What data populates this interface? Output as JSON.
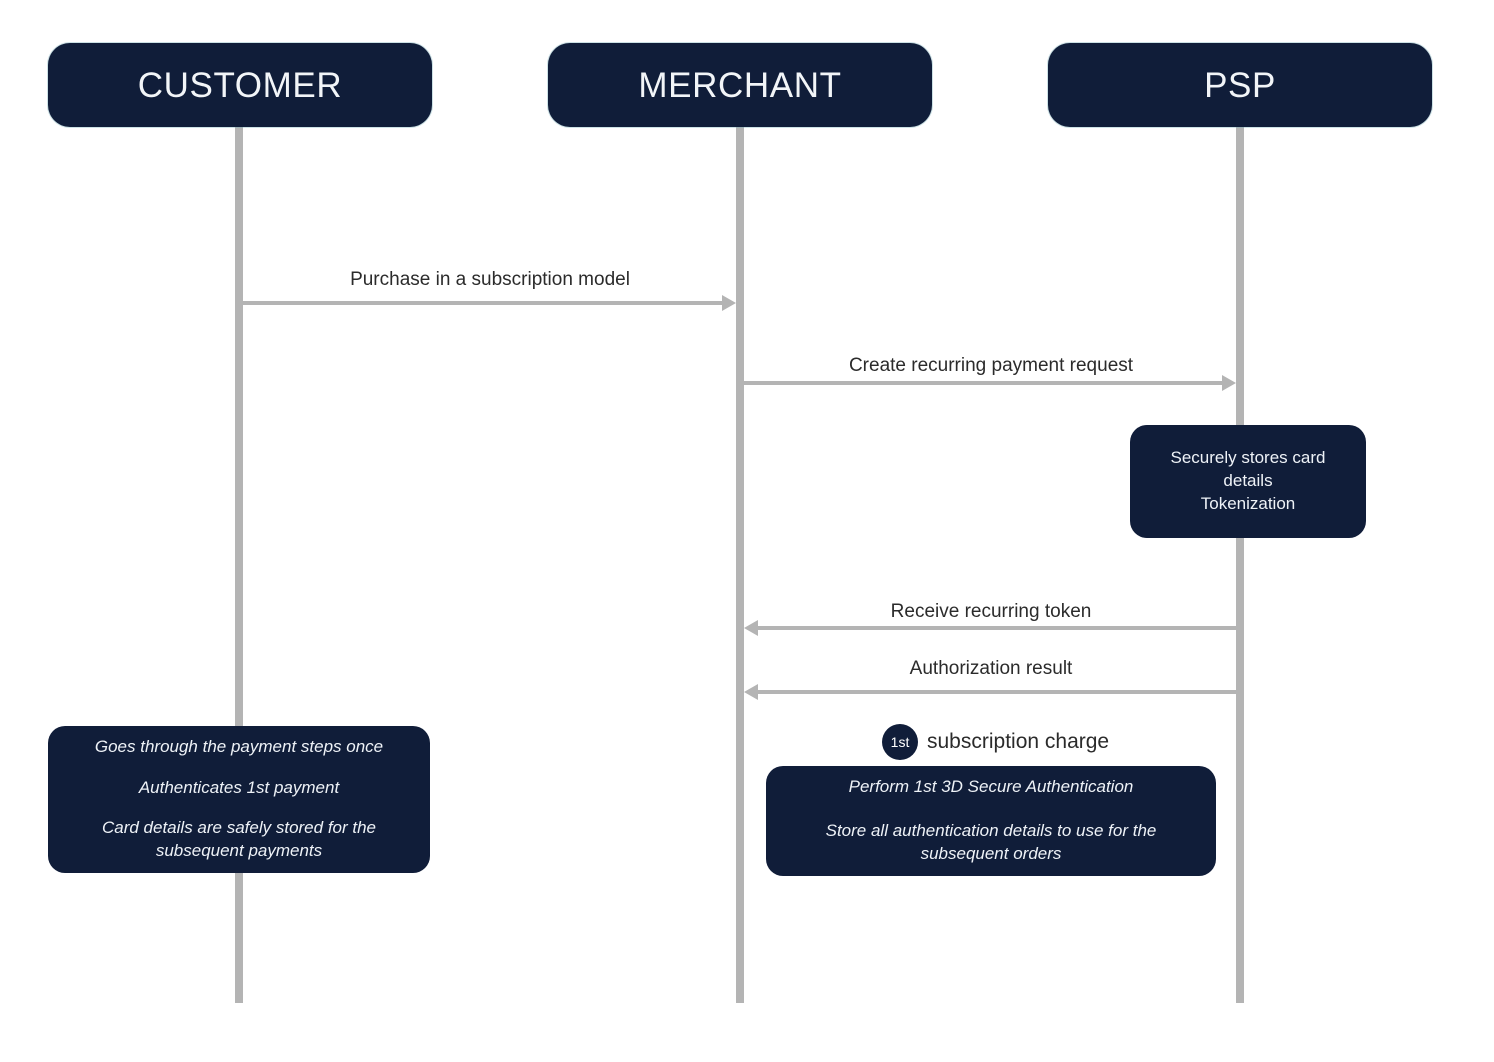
{
  "diagram": {
    "title": "Recurring payment / subscription sequence diagram",
    "type": "sequence-diagram",
    "colors": {
      "actor_box": "#101d39",
      "actor_text": "#f2f5f8",
      "lifeline": "#b4b4b4",
      "arrow": "#b4b4b4",
      "message_text": "#2b2b2b",
      "note_box": "#101d39",
      "note_text": "#eef2f7",
      "background": "#ffffff"
    }
  },
  "actors": [
    {
      "id": "customer",
      "label": "CUSTOMER"
    },
    {
      "id": "merchant",
      "label": "MERCHANT"
    },
    {
      "id": "psp",
      "label": "PSP"
    }
  ],
  "messages": [
    {
      "id": "m1",
      "label": "Purchase in a subscription model",
      "from": "customer",
      "to": "merchant",
      "direction": "right"
    },
    {
      "id": "m2",
      "label": "Create recurring payment request",
      "from": "merchant",
      "to": "psp",
      "direction": "right"
    },
    {
      "id": "m3",
      "label": "Receive recurring token",
      "from": "psp",
      "to": "merchant",
      "direction": "left"
    },
    {
      "id": "m4",
      "label": "Authorization result",
      "from": "psp",
      "to": "merchant",
      "direction": "left"
    }
  ],
  "notes": {
    "psp_note": {
      "owner": "psp",
      "lines": [
        "Securely stores card details",
        "Tokenization"
      ]
    },
    "customer_note": {
      "owner": "customer",
      "style": "italic",
      "lines": [
        "Goes through the payment steps once",
        "Authenticates 1st payment",
        "Card details are safely stored for the subsequent payments"
      ]
    },
    "merchant_note": {
      "owner": "merchant",
      "style": "italic",
      "lines": [
        "Perform 1st 3D Secure Authentication",
        "Store all authentication details to use for the subsequent orders"
      ]
    }
  },
  "badge": {
    "ordinal": "1st",
    "text": "subscription charge"
  }
}
